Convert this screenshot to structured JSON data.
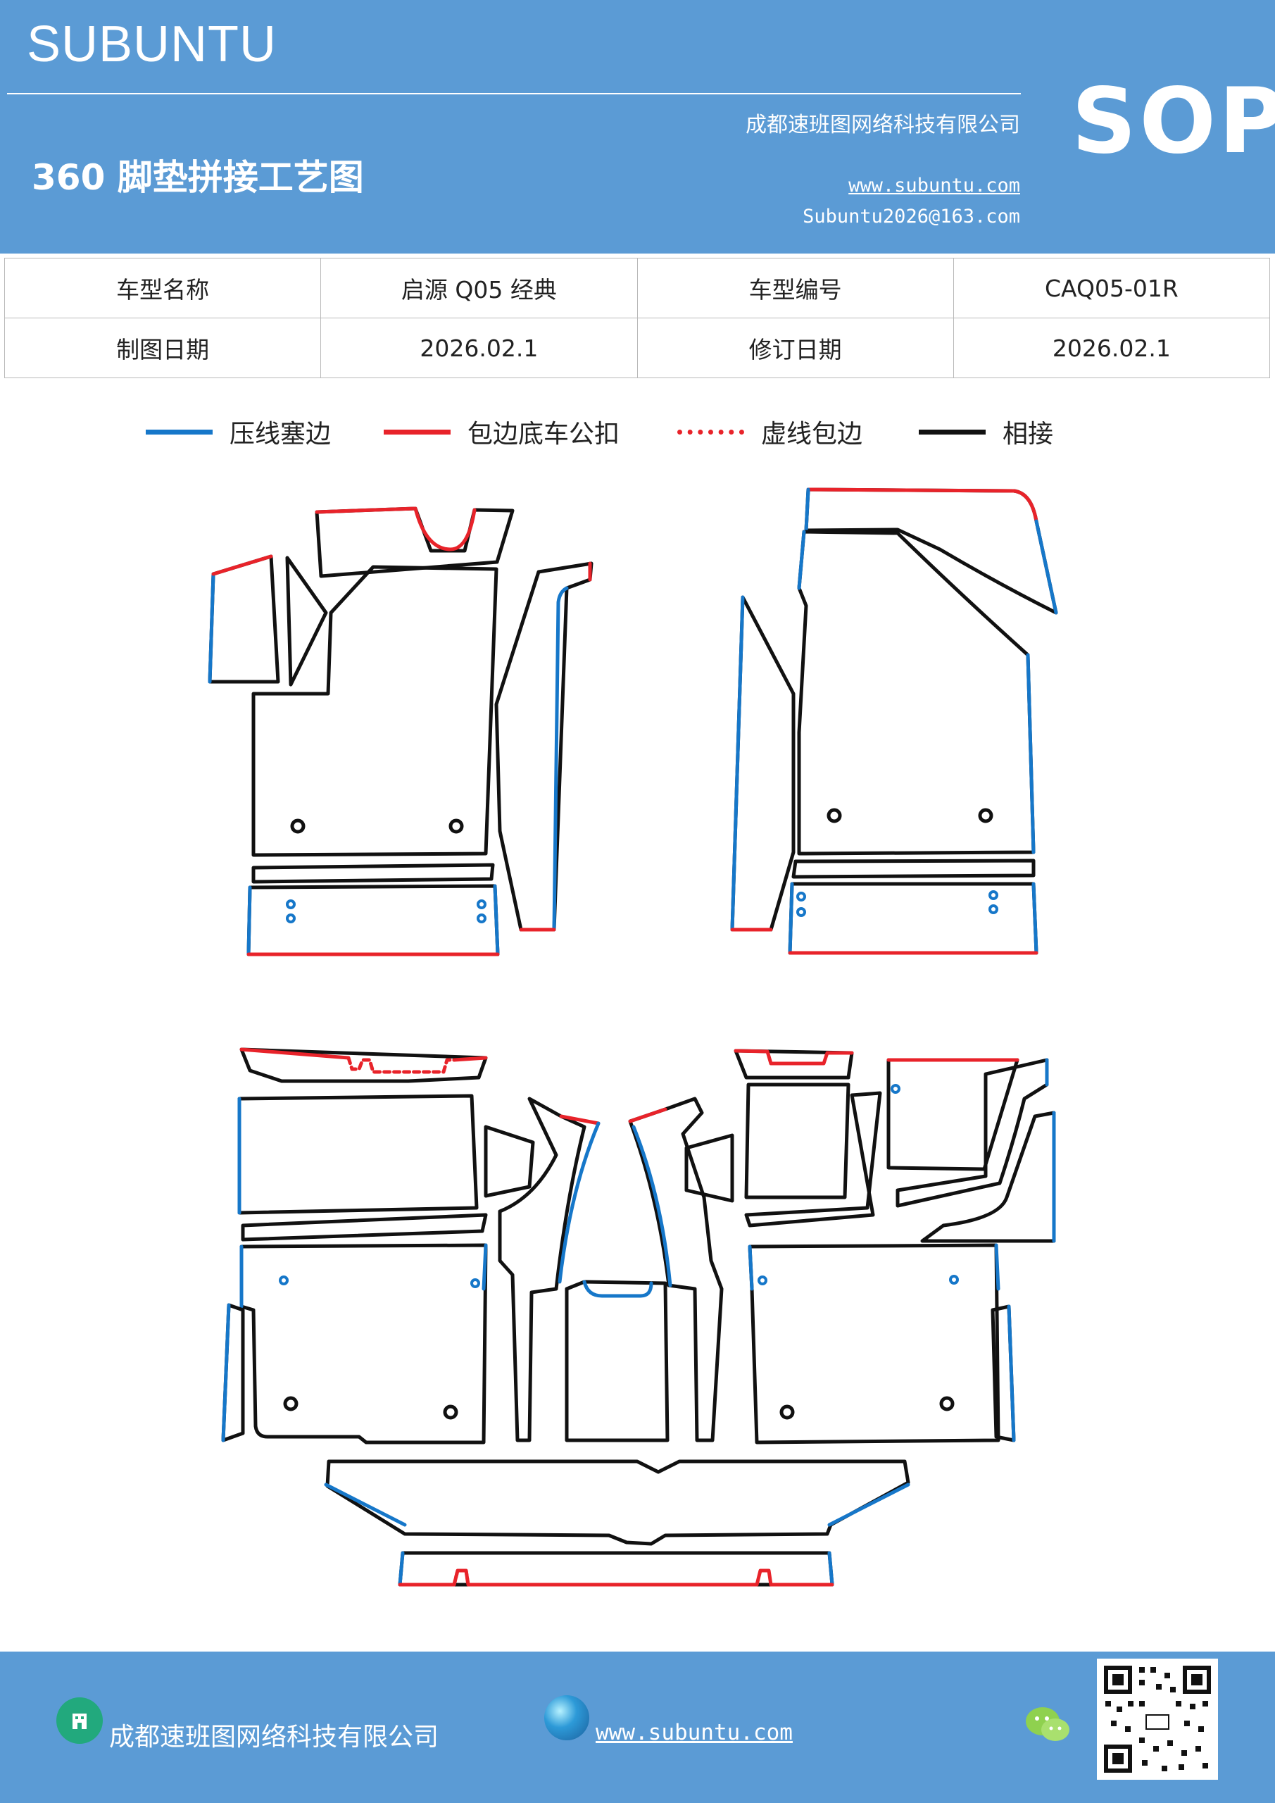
{
  "header": {
    "brand": "SUBUNTU",
    "company": "成都速班图网络科技有限公司",
    "title": "360 脚垫拼接工艺图",
    "website": "www.subuntu.com",
    "email": "Subuntu2026@163.com",
    "badge": "SOP",
    "background_color": "#5b9bd5"
  },
  "info_table": {
    "rows": [
      {
        "label1": "车型名称",
        "value1": "启源 Q05 经典",
        "label2": "车型编号",
        "value2": "CAQ05-01R"
      },
      {
        "label1": "制图日期",
        "value1": "2026.02.1",
        "label2": "修订日期",
        "value2": "2026.02.1"
      }
    ]
  },
  "legend": [
    {
      "label": "压线塞边",
      "color": "#1677c9",
      "style": "solid"
    },
    {
      "label": "包边底车公扣",
      "color": "#e8232a",
      "style": "solid"
    },
    {
      "label": "虚线包边",
      "color": "#e8232a",
      "style": "dotted"
    },
    {
      "label": "相接",
      "color": "#111111",
      "style": "solid"
    }
  ],
  "footer": {
    "company": "成都速班图网络科技有限公司",
    "website": "www.subuntu.com",
    "icons": [
      "building-icon",
      "globe-icon",
      "wechat-icon",
      "qr-code"
    ]
  }
}
